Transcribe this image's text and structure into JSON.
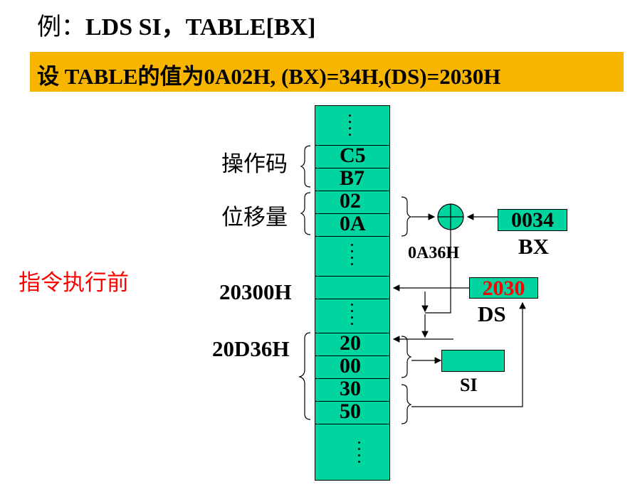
{
  "title": {
    "prefix": "例：",
    "text": "LDS  SI，TABLE[BX]"
  },
  "banner": {
    "text": "设 TABLE的值为0A02H, (BX)=34H,(DS)=2030H"
  },
  "memory": {
    "cells": [
      "C5",
      "B7",
      "02",
      "0A",
      "",
      "20",
      "00",
      "30",
      "50"
    ]
  },
  "labels": {
    "opcode": "操作码",
    "displacement": "位移量",
    "before_exec": "指令执行前",
    "addr_20300": "20300H",
    "addr_20d36": "20D36H",
    "ea": "0A36H"
  },
  "registers": {
    "bx": {
      "name": "BX",
      "value": "0034"
    },
    "ds": {
      "name": "DS",
      "value": "2030"
    },
    "si": {
      "name": "SI",
      "value": ""
    }
  },
  "colors": {
    "memory": "#00d49f",
    "banner": "#f7b500",
    "highlight": "#ff0000",
    "note": "#ff0000"
  }
}
